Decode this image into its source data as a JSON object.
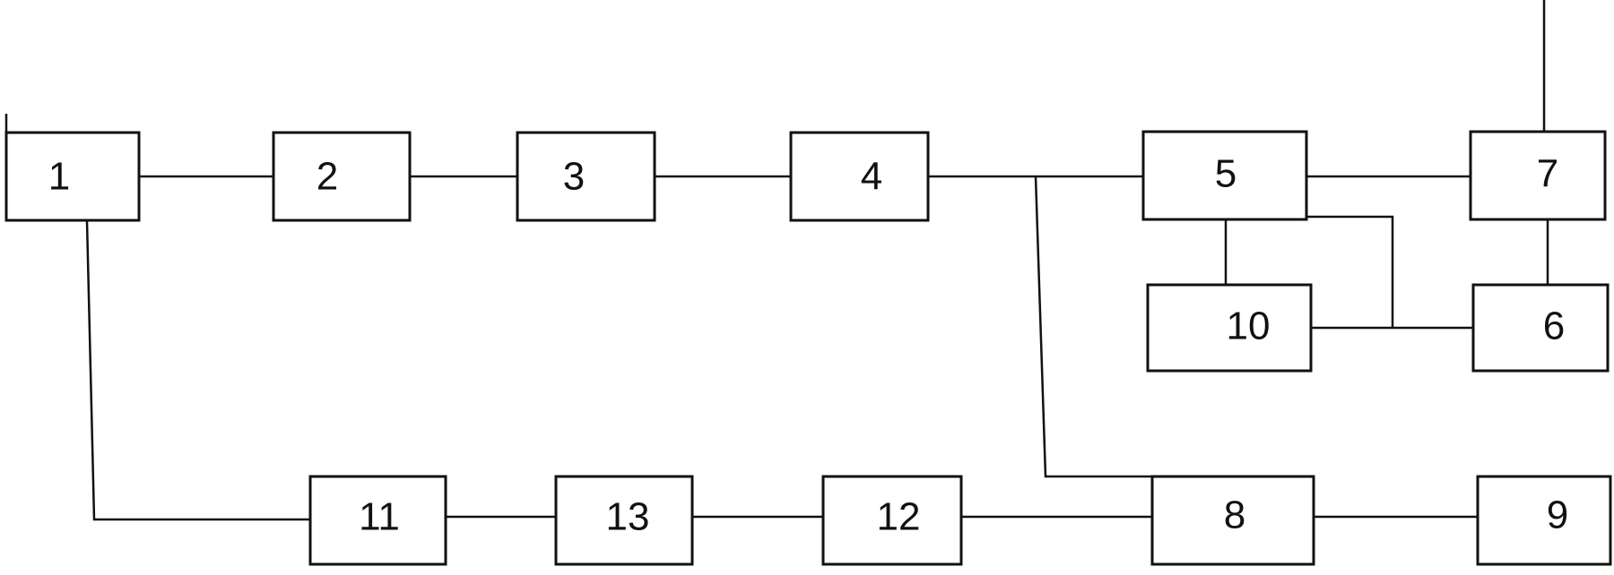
{
  "blocks": [
    {
      "id": "b1",
      "label": "1"
    },
    {
      "id": "b2",
      "label": "2"
    },
    {
      "id": "b3",
      "label": "3"
    },
    {
      "id": "b4",
      "label": "4"
    },
    {
      "id": "b5",
      "label": "5"
    },
    {
      "id": "b6",
      "label": "6"
    },
    {
      "id": "b7",
      "label": "7"
    },
    {
      "id": "b8",
      "label": "8"
    },
    {
      "id": "b9",
      "label": "9"
    },
    {
      "id": "b10",
      "label": "10"
    },
    {
      "id": "b11",
      "label": "11"
    },
    {
      "id": "b12",
      "label": "12"
    },
    {
      "id": "b13",
      "label": "13"
    }
  ],
  "connections": [
    {
      "from": "1",
      "to": "2"
    },
    {
      "from": "2",
      "to": "3"
    },
    {
      "from": "3",
      "to": "4"
    },
    {
      "from": "4",
      "to": "5"
    },
    {
      "from": "4",
      "to": "8"
    },
    {
      "from": "5",
      "to": "7"
    },
    {
      "from": "5",
      "to": "10"
    },
    {
      "from": "5",
      "to": "6"
    },
    {
      "from": "10",
      "to": "6"
    },
    {
      "from": "7",
      "to": "6"
    },
    {
      "from": "1",
      "to": "11"
    },
    {
      "from": "11",
      "to": "13"
    },
    {
      "from": "13",
      "to": "12"
    },
    {
      "from": "12",
      "to": "8"
    },
    {
      "from": "8",
      "to": "9"
    }
  ]
}
